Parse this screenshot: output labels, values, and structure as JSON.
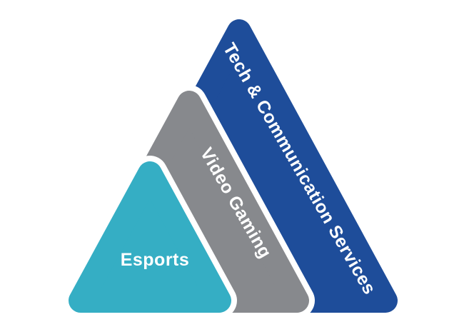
{
  "diagram": {
    "background_color": "#FFFFFF",
    "label_color": "#FFFFFF",
    "layers": [
      {
        "label": "Tech & Communication Services",
        "color": "#1E4D9A"
      },
      {
        "label": "Video Gaming",
        "color": "#87898D"
      },
      {
        "label": "Esports",
        "color": "#35AEC4"
      }
    ]
  }
}
